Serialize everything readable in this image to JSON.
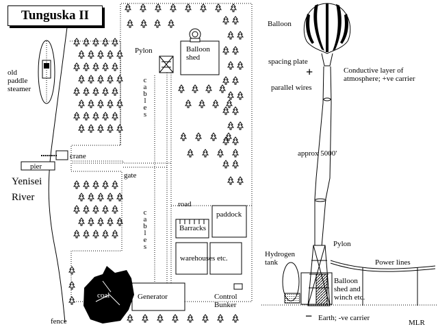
{
  "title": "Tunguska II",
  "map": {
    "river_name_line1": "Yenisei",
    "river_name_line2": "River",
    "steamer_line1": "old",
    "steamer_line2": "paddle",
    "steamer_line3": "steamer",
    "crane": "crane",
    "pier": "pier",
    "gate": "gate",
    "pylon": "Pylon",
    "balloon_shed_line1": "Balloon",
    "balloon_shed_line2": "shed",
    "cables_upper": "cables",
    "cables_lower": "cables",
    "road": "road",
    "paddock": "paddock",
    "barracks": "Barracks",
    "warehouses": "warehouses etc.",
    "coal": "coal",
    "generator": "Generator",
    "control_line1": "Control",
    "control_line2": "Bunker",
    "fence": "fence"
  },
  "section": {
    "balloon": "Balloon",
    "spacing_plate": "spacing plate",
    "plus_sign": "+",
    "parallel_wires": "parallel wires",
    "conductive_line1": "Conductive layer of",
    "conductive_line2": "atmosphere; +ve carrier",
    "altitude": "approx 5000'",
    "hydrogen_line1": "Hydrogen",
    "hydrogen_line2": "tank",
    "pylon": "Pylon",
    "power_lines": "Power lines",
    "shed_line1": "Balloon",
    "shed_line2": "shed and",
    "shed_line3": "winch etc.",
    "minus_sign": "−",
    "earth": "Earth; -ve carrier",
    "signature": "MLR"
  }
}
